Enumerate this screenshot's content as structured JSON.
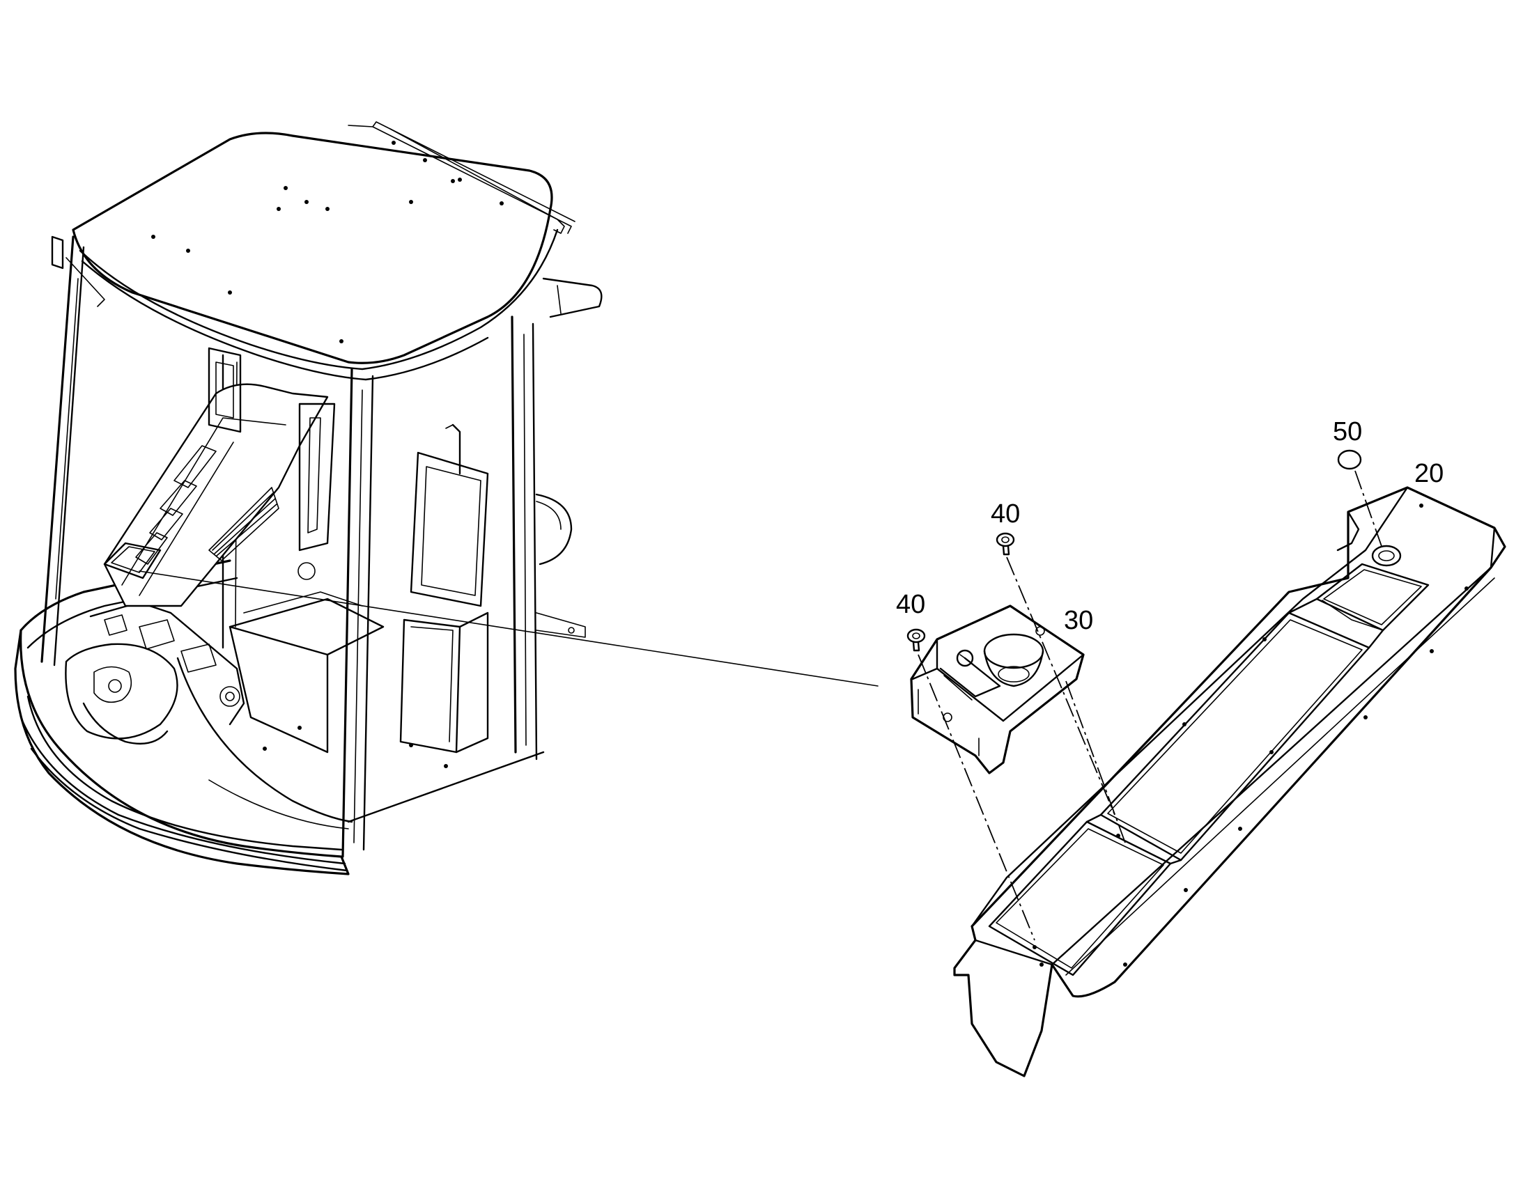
{
  "callouts": {
    "item_20": "20",
    "item_30": "30",
    "item_40_upper": "40",
    "item_40_lower": "40",
    "item_50": "50"
  },
  "colors": {
    "line": "#000000",
    "background": "#ffffff"
  }
}
